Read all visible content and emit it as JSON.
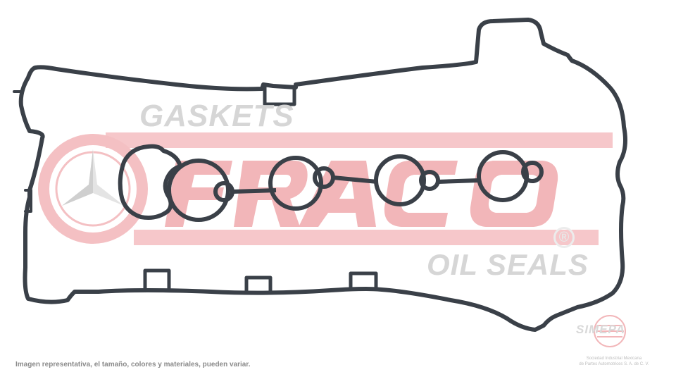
{
  "watermark": {
    "top_text": "GASKETS",
    "brand": "FRACO",
    "bottom_text": "OIL SEALS",
    "registered_symbol": "®",
    "colors": {
      "red": "#f3b8bc",
      "gray": "#d6d6d6"
    }
  },
  "product": {
    "gasket_color": "#3a4048",
    "subject": "valve cover gasket"
  },
  "disclaimer": "Imagen representativa, el tamaño, colores y materiales, pueden variar.",
  "simepa": {
    "name": "SIMEPA",
    "line1": "Sociedad Industrial Mexicana",
    "line2": "de Partes Automotrices S. A. de C. V."
  }
}
